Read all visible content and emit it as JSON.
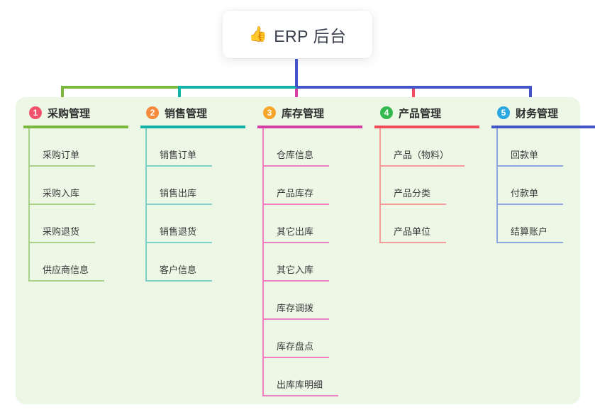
{
  "root": {
    "emoji": "👍",
    "label": "ERP 后台"
  },
  "colors": {
    "container_bg": "#ecf7e6",
    "card_bg": "#ffffff"
  },
  "branches": [
    {
      "num": "1",
      "label": "采购管理",
      "badge_color": "#f2526b",
      "line_color": "#7cb83e",
      "child_line_color": "#a9d288",
      "children": [
        "采购订单",
        "采购入库",
        "采购退货",
        "供应商信息"
      ]
    },
    {
      "num": "2",
      "label": "销售管理",
      "badge_color": "#f78b3d",
      "line_color": "#12b2a7",
      "child_line_color": "#7fd2c9",
      "children": [
        "销售订单",
        "销售出库",
        "销售退货",
        "客户信息"
      ]
    },
    {
      "num": "3",
      "label": "库存管理",
      "badge_color": "#f7a62a",
      "line_color": "#d83fa2",
      "child_line_color": "#ee7fc1",
      "children": [
        "仓库信息",
        "产品库存",
        "其它出库",
        "其它入库",
        "库存调拨",
        "库存盘点",
        "出库库明细"
      ]
    },
    {
      "num": "4",
      "label": "产品管理",
      "badge_color": "#35b94e",
      "line_color": "#f04d5e",
      "child_line_color": "#f59b9b",
      "children": [
        "产品（物料）",
        "产品分类",
        "产品单位"
      ]
    },
    {
      "num": "5",
      "label": "财务管理",
      "badge_color": "#2aa7e0",
      "line_color": "#4456c7",
      "child_line_color": "#8fa7de",
      "children": [
        "回款单",
        "付款单",
        "结算账户"
      ]
    }
  ]
}
